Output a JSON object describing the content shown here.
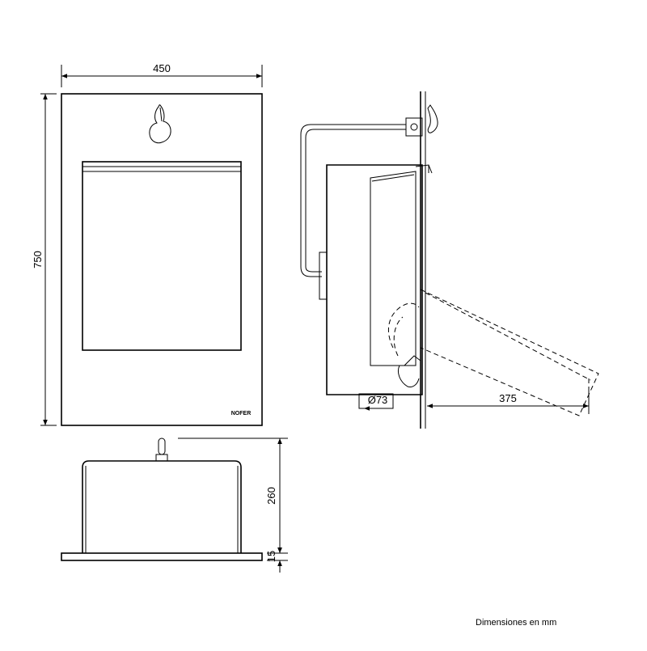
{
  "dimensions": {
    "width_front": "450",
    "height_front": "750",
    "height_top": "260",
    "flange_top": "15",
    "drain_diameter": "Ø73",
    "projection_side": "375"
  },
  "brand_logo": "NOFER",
  "caption": "Dimensiones en mm",
  "icons": {
    "handle": "lever-handle-icon",
    "hinge": "hinge-icon"
  }
}
